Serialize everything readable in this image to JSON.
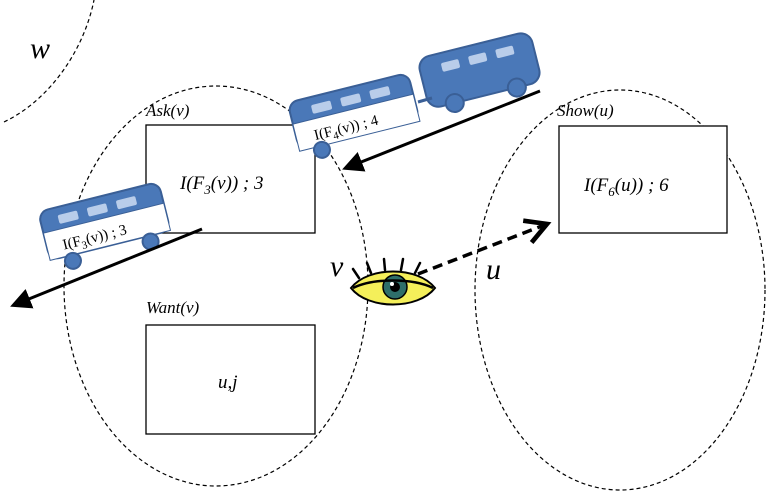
{
  "nodes": {
    "w": {
      "label": "w"
    },
    "v": {
      "label": "v"
    },
    "u": {
      "label": "u"
    }
  },
  "boxes": {
    "ask": {
      "title": "Ask(v)",
      "content_main": "I(F",
      "content_sub": "3",
      "content_tail": "(v)) ; 3"
    },
    "want": {
      "title": "Want(v)",
      "content": "u,j"
    },
    "show": {
      "title": "Show(u)",
      "content_main": "I(F",
      "content_sub": "6",
      "content_tail": "(u)) ; 6"
    }
  },
  "trains": {
    "left": {
      "label_main": "I(F",
      "label_sub": "3",
      "label_tail": "(v)) ; 3"
    },
    "right": {
      "label_main": "I(F",
      "label_sub": "4",
      "label_tail": "(v)) ; 4"
    }
  },
  "colors": {
    "train_body": "#4a78b8",
    "train_stroke": "#3a5f96",
    "train_window": "#b9cdea",
    "eye_yellow": "#f4ef5a",
    "eye_iris": "#2e6f6a"
  }
}
